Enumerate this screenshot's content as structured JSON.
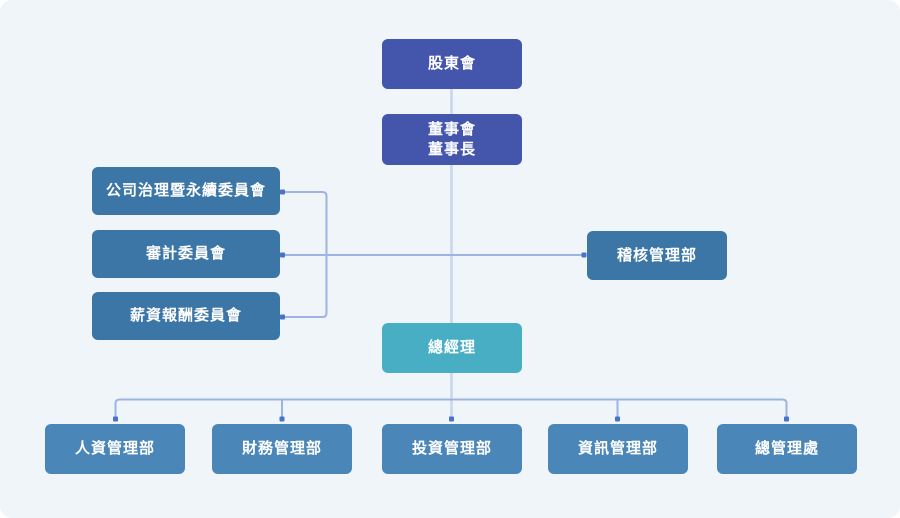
{
  "org_chart": {
    "nodes": {
      "shareholders": {
        "label": "股東會"
      },
      "board": {
        "line1": "董事會",
        "line2": "董事長"
      },
      "governance_committee": {
        "label": "公司治理暨永續委員會"
      },
      "audit_committee": {
        "label": "審計委員會"
      },
      "compensation_committee": {
        "label": "薪資報酬委員會"
      },
      "internal_audit_dept": {
        "label": "稽核管理部"
      },
      "president": {
        "label": "總經理"
      },
      "hr_dept": {
        "label": "人資管理部"
      },
      "finance_dept": {
        "label": "財務管理部"
      },
      "investment_dept": {
        "label": "投資管理部"
      },
      "it_dept": {
        "label": "資訊管理部"
      },
      "general_admin_office": {
        "label": "總管理處"
      }
    },
    "colors": {
      "level1_indigo": "#4456ab",
      "committee_blue": "#3b76a6",
      "president_teal": "#47aec4",
      "department_blue": "#4b86b8",
      "connector_light": "#c7d6ee",
      "connector_periwinkle": "#9db4e2",
      "connector_dot": "#4a72cc",
      "panel_background": "#f0f5fa",
      "node_text": "#ffffff"
    }
  }
}
